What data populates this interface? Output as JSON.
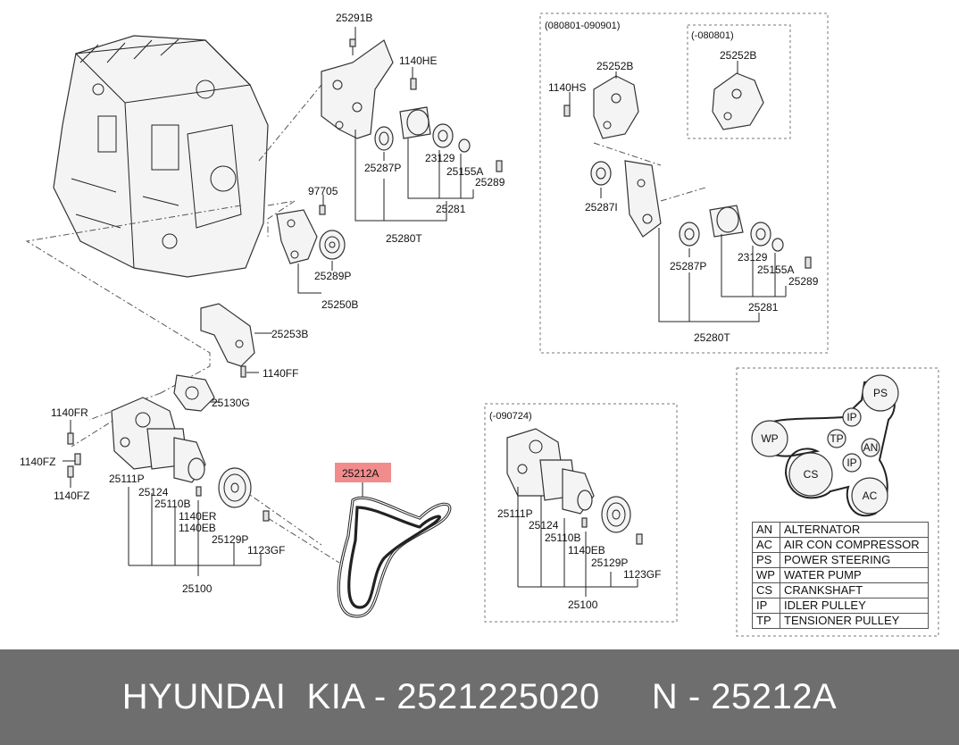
{
  "labels": {
    "l25291B": "25291B",
    "l1140HE": "1140HE",
    "l25287P": "25287P",
    "l23129": "23129",
    "l25155A": "25155A",
    "l25289": "25289",
    "l25281": "25281",
    "l25280T": "25280T",
    "l97705": "97705",
    "l25289P": "25289P",
    "l25250B": "25250B",
    "l25253B": "25253B",
    "l1140FF": "1140FF",
    "l25130G": "25130G",
    "l1140FR": "1140FR",
    "l1140FZa": "1140FZ",
    "l1140FZb": "1140FZ",
    "l25111P": "25111P",
    "l25124": "25124",
    "l25110B": "25110B",
    "l1140ER": "1140ER",
    "l1140EB": "1140EB",
    "l25129P": "25129P",
    "l1123GF": "1123GF",
    "l25100": "25100",
    "l25212A": "25212A",
    "r_box_title": "(080801-090901)",
    "r_inner_title": "(-080801)",
    "r25252B": "25252B",
    "r25252Bi": "25252B",
    "r1140HS": "1140HS",
    "r25287I": "25287I",
    "r25287P": "25287P",
    "r23129": "23129",
    "r25155A": "25155A",
    "r25289": "25289",
    "r25281": "25281",
    "r25280T": "25280T",
    "m_box_title": "(-090724)",
    "m25111P": "25111P",
    "m25124": "25124",
    "m25110B": "25110B",
    "m1140EB": "1140EB",
    "m25129P": "25129P",
    "m1123GF": "1123GF",
    "m25100": "25100"
  },
  "belt_routing": {
    "PS": "PS",
    "IP1": "IP",
    "WP": "WP",
    "TP": "TP",
    "AN": "AN",
    "IP2": "IP",
    "CS": "CS",
    "AC": "AC"
  },
  "legend": [
    {
      "code": "AN",
      "desc": "ALTERNATOR"
    },
    {
      "code": "AC",
      "desc": "AIR CON COMPRESSOR"
    },
    {
      "code": "PS",
      "desc": "POWER STEERING"
    },
    {
      "code": "WP",
      "desc": "WATER PUMP"
    },
    {
      "code": "CS",
      "desc": "CRANKSHAFT"
    },
    {
      "code": "IP",
      "desc": "IDLER PULLEY"
    },
    {
      "code": "TP",
      "desc": "TENSIONER PULLEY"
    }
  ],
  "footer": {
    "text": "HYUNDAI  KIA - 2521225020     N - 25212A"
  },
  "colors": {
    "highlight": "#f28b8b",
    "footer_bg": "#6e6e6e"
  }
}
